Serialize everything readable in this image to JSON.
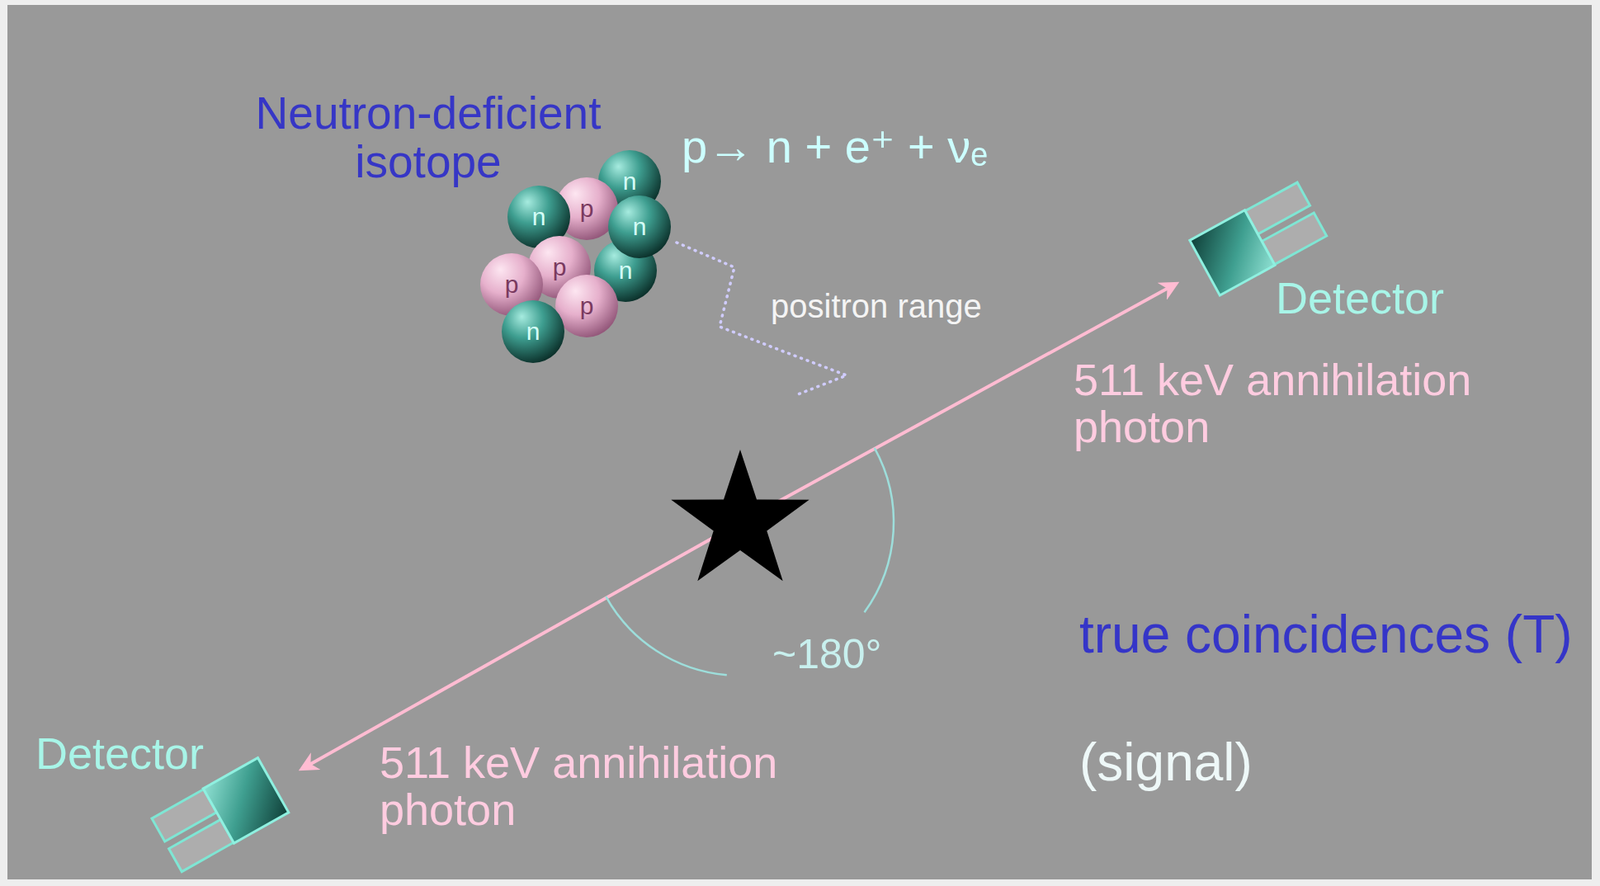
{
  "diagram": {
    "nodes": [
      {
        "text": [
          "n"
        ]
      },
      {
        "text": [
          "p"
        ]
      },
      {
        "text": [
          "n"
        ]
      },
      {
        "text": [
          "n"
        ]
      },
      {
        "text": [
          "p"
        ]
      },
      {
        "text": [
          "p"
        ]
      },
      {
        "text": [
          "n"
        ]
      },
      {
        "text": [
          "p"
        ]
      },
      {
        "text": [
          "n"
        ]
      }
    ],
    "labels": [
      "Neutron-deficient isotope",
      "p→ n + e⁺ + νₑ",
      "positron range",
      "Detector",
      "511 keV annihilation photon",
      "~180°",
      "true coincidences (T)",
      "Detector",
      "511 keV annihilation photon",
      "(signal)"
    ]
  }
}
